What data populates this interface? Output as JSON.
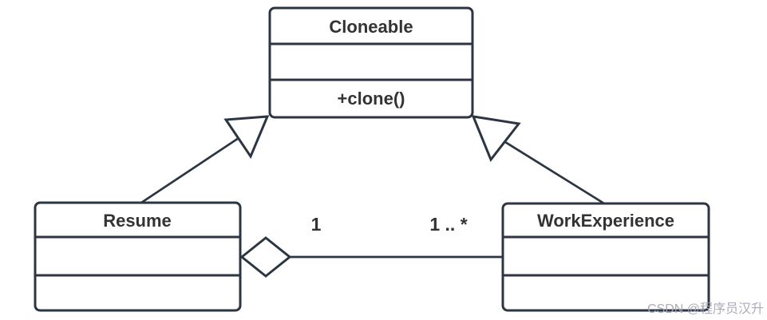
{
  "page": {
    "background": "#ffffff"
  },
  "diagram": {
    "type": "uml_class_diagram",
    "colors": {
      "line": "#2c3642",
      "text": "#333333",
      "shape_fill": "#ffffff",
      "watermark": "#a2a4b3"
    },
    "classes": [
      {
        "name": "Cloneable",
        "attributes_text": "",
        "methods_text": "+clone()"
      },
      {
        "name": "Resume",
        "attributes_text": "",
        "methods_text": ""
      },
      {
        "name": "WorkExperience",
        "attributes_text": "",
        "methods_text": ""
      }
    ],
    "relationships": [
      {
        "kind": "generalization",
        "from": "Resume",
        "to": "Cloneable"
      },
      {
        "kind": "generalization",
        "from": "WorkExperience",
        "to": "Cloneable"
      },
      {
        "kind": "aggregation",
        "whole": "Resume",
        "part": "WorkExperience",
        "whole_multiplicity": "1",
        "part_multiplicity": "1 .. *"
      }
    ]
  },
  "watermark": {
    "text": "CSDN @程序员汉升"
  }
}
